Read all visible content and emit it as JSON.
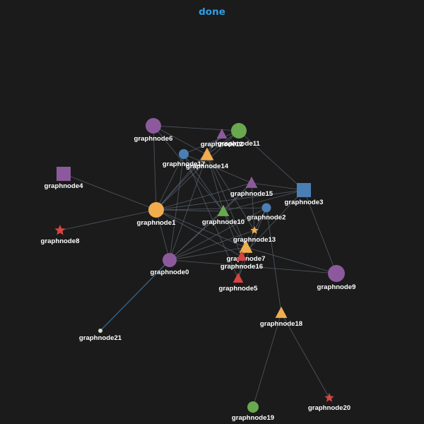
{
  "title": "done",
  "colors": {
    "background": "#1b1b1b",
    "title": "#2e9ee6",
    "label": "#ffffff",
    "edge": "#56606e",
    "edge_highlight": "#3a6d95"
  },
  "nodes": [
    {
      "id": "graphnode0",
      "label": "graphnode0",
      "shape": "circle",
      "color": "#8c5a9c"
    },
    {
      "id": "graphnode1",
      "label": "graphnode1",
      "shape": "circle",
      "color": "#f0ad4e"
    },
    {
      "id": "graphnode2",
      "label": "graphnode2",
      "shape": "circle",
      "color": "#4a7fb4"
    },
    {
      "id": "graphnode3",
      "label": "graphnode3",
      "shape": "square",
      "color": "#4a7fb4"
    },
    {
      "id": "graphnode4",
      "label": "graphnode4",
      "shape": "square",
      "color": "#8c5a9c"
    },
    {
      "id": "graphnode5",
      "label": "graphnode5",
      "shape": "triangle",
      "color": "#d64541"
    },
    {
      "id": "graphnode6",
      "label": "graphnode6",
      "shape": "circle",
      "color": "#8c5a9c"
    },
    {
      "id": "graphnode7",
      "label": "graphnode7",
      "shape": "triangle",
      "color": "#f0ad4e"
    },
    {
      "id": "graphnode8",
      "label": "graphnode8",
      "shape": "star",
      "color": "#d64541"
    },
    {
      "id": "graphnode9",
      "label": "graphnode9",
      "shape": "circle",
      "color": "#8c5a9c"
    },
    {
      "id": "graphnode10",
      "label": "graphnode10",
      "shape": "triangle",
      "color": "#6aa84f"
    },
    {
      "id": "graphnode11",
      "label": "graphnode11",
      "shape": "circle",
      "color": "#6aa84f"
    },
    {
      "id": "graphnode12",
      "label": "graphnode12",
      "shape": "triangle",
      "color": "#8c5a9c"
    },
    {
      "id": "graphnode13",
      "label": "graphnode13",
      "shape": "star",
      "color": "#f0ad4e"
    },
    {
      "id": "graphnode14",
      "label": "graphnode14",
      "shape": "triangle",
      "color": "#f0ad4e"
    },
    {
      "id": "graphnode15",
      "label": "graphnode15",
      "shape": "triangle",
      "color": "#8c5a9c"
    },
    {
      "id": "graphnode16",
      "label": "graphnode16",
      "shape": "triangle",
      "color": "#d64541"
    },
    {
      "id": "graphnode17",
      "label": "graphnode17",
      "shape": "circle",
      "color": "#4a7fb4"
    },
    {
      "id": "graphnode18",
      "label": "graphnode18",
      "shape": "triangle",
      "color": "#f0ad4e"
    },
    {
      "id": "graphnode19",
      "label": "graphnode19",
      "shape": "circle",
      "color": "#6aa84f"
    },
    {
      "id": "graphnode20",
      "label": "graphnode20",
      "shape": "star",
      "color": "#d64541"
    },
    {
      "id": "graphnode21",
      "label": "graphnode21",
      "shape": "circle",
      "color": "#cfe0c3"
    }
  ],
  "edges": [
    [
      "graphnode1",
      "graphnode6"
    ],
    [
      "graphnode1",
      "graphnode12"
    ],
    [
      "graphnode1",
      "graphnode14"
    ],
    [
      "graphnode1",
      "graphnode17"
    ],
    [
      "graphnode1",
      "graphnode11"
    ],
    [
      "graphnode1",
      "graphnode15"
    ],
    [
      "graphnode1",
      "graphnode10"
    ],
    [
      "graphnode1",
      "graphnode2"
    ],
    [
      "graphnode1",
      "graphnode3"
    ],
    [
      "graphnode1",
      "graphnode0"
    ],
    [
      "graphnode1",
      "graphnode7"
    ],
    [
      "graphnode1",
      "graphnode4"
    ],
    [
      "graphnode1",
      "graphnode8"
    ],
    [
      "graphnode1",
      "graphnode16"
    ],
    [
      "graphnode6",
      "graphnode11"
    ],
    [
      "graphnode6",
      "graphnode10"
    ],
    [
      "graphnode6",
      "graphnode14"
    ],
    [
      "graphnode11",
      "graphnode3"
    ],
    [
      "graphnode11",
      "graphnode14"
    ],
    [
      "graphnode11",
      "graphnode17"
    ],
    [
      "graphnode12",
      "graphnode14"
    ],
    [
      "graphnode14",
      "graphnode0"
    ],
    [
      "graphnode14",
      "graphnode10"
    ],
    [
      "graphnode14",
      "graphnode7"
    ],
    [
      "graphnode14",
      "graphnode13"
    ],
    [
      "graphnode17",
      "graphnode0"
    ],
    [
      "graphnode17",
      "graphnode10"
    ],
    [
      "graphnode17",
      "graphnode5"
    ],
    [
      "graphnode17",
      "graphnode15"
    ],
    [
      "graphnode15",
      "graphnode10"
    ],
    [
      "graphnode15",
      "graphnode0"
    ],
    [
      "graphnode15",
      "graphnode13"
    ],
    [
      "graphnode10",
      "graphnode0"
    ],
    [
      "graphnode10",
      "graphnode3"
    ],
    [
      "graphnode10",
      "graphnode7"
    ],
    [
      "graphnode10",
      "graphnode16"
    ],
    [
      "graphnode2",
      "graphnode0"
    ],
    [
      "graphnode2",
      "graphnode5"
    ],
    [
      "graphnode2",
      "graphnode13"
    ],
    [
      "graphnode2",
      "graphnode18"
    ],
    [
      "graphnode3",
      "graphnode9"
    ],
    [
      "graphnode3",
      "graphnode16"
    ],
    [
      "graphnode3",
      "graphnode15"
    ],
    [
      "graphnode7",
      "graphnode0"
    ],
    [
      "graphnode7",
      "graphnode9"
    ],
    [
      "graphnode7",
      "graphnode5"
    ],
    [
      "graphnode0",
      "graphnode9"
    ],
    [
      "graphnode0",
      "graphnode21"
    ],
    [
      "graphnode0",
      "graphnode13"
    ],
    [
      "graphnode13",
      "graphnode16"
    ],
    [
      "graphnode18",
      "graphnode19"
    ],
    [
      "graphnode18",
      "graphnode20"
    ]
  ]
}
